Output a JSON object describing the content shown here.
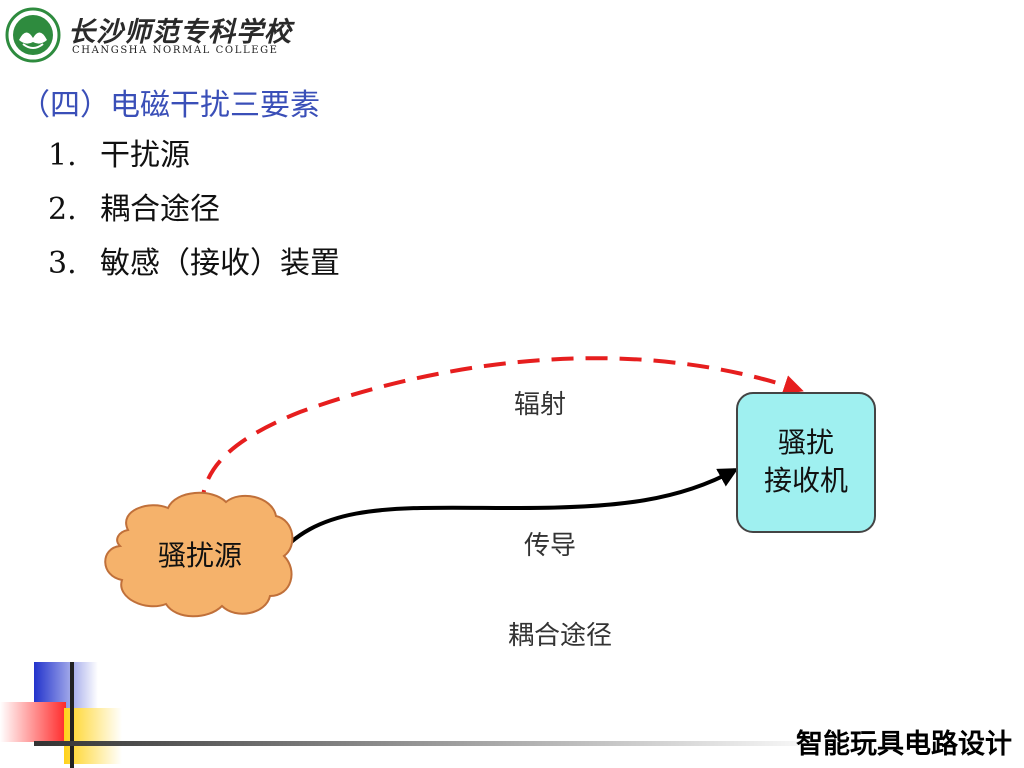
{
  "header": {
    "school_name_cn": "长沙师范专科学校",
    "school_name_en": "CHANGSHA NORMAL COLLEGE"
  },
  "slide": {
    "heading": "（四）电磁干扰三要素",
    "items": [
      {
        "num": "1.",
        "text": "干扰源"
      },
      {
        "num": "2.",
        "text": "耦合途径"
      },
      {
        "num": "3.",
        "text": "敏感（接收）装置"
      }
    ]
  },
  "diagram": {
    "source_label": "骚扰源",
    "receiver_label_line1": "骚扰",
    "receiver_label_line2": "接收机",
    "radiation_label": "辐射",
    "conduction_label": "传导",
    "coupling_label": "耦合途径",
    "colors": {
      "source_fill": "#f5b26b",
      "source_stroke": "#c0703a",
      "receiver_fill": "#9ff0f0",
      "receiver_stroke": "#444444",
      "radiation_arrow": "#e61e1e",
      "conduction_arrow": "#000000"
    }
  },
  "footer": {
    "course_title": "智能玩具电路设计"
  }
}
